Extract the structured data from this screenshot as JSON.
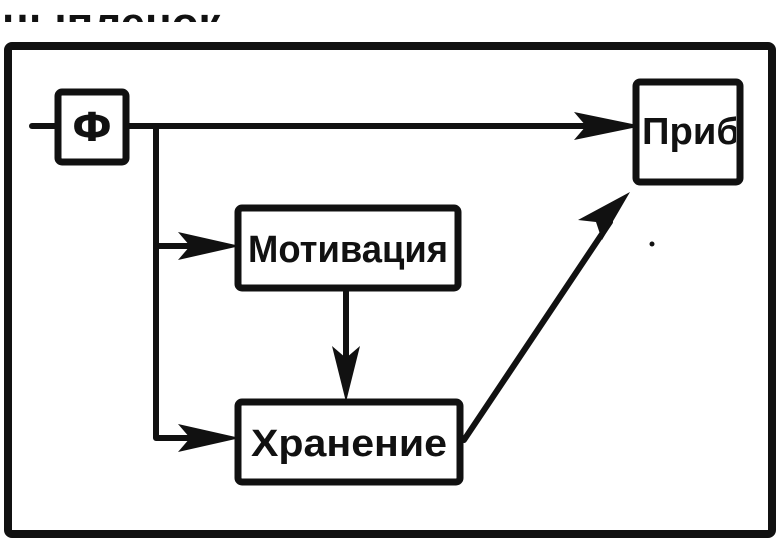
{
  "title": "цыпленок",
  "nodes": {
    "filter": {
      "label": "Ф"
    },
    "motivation": {
      "label": "Мотивация"
    },
    "storage": {
      "label": "Хранение"
    },
    "device": {
      "label": "Приб"
    }
  },
  "colors": {
    "ink": "#111111",
    "background": "#ffffff"
  }
}
